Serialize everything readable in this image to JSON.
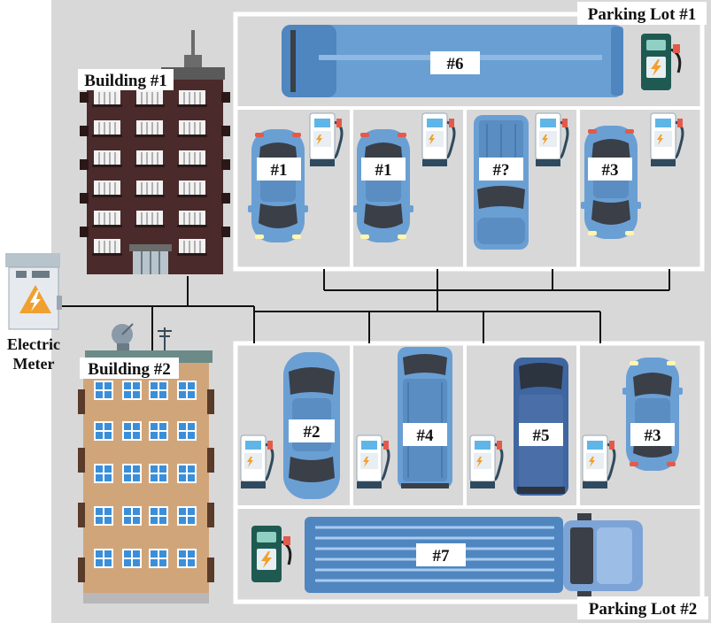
{
  "labels": {
    "building_1": "Building #1",
    "building_2": "Building #2",
    "parking_lot_1": "Parking Lot #1",
    "parking_lot_2": "Parking Lot #2",
    "meter_line1": "Electric",
    "meter_line2": "Meter"
  },
  "lot1": {
    "bus": "#6",
    "slots": [
      "#1",
      "#1",
      "#?",
      "#3"
    ]
  },
  "lot2": {
    "slots": [
      "#2",
      "#4",
      "#5",
      "#3"
    ],
    "truck": "#7"
  },
  "colors": {
    "ground": "#d8d8d8",
    "lot_line": "#ffffff",
    "vehicle_blue": "#6a9fd4",
    "vehicle_dark": "#3a3f48",
    "building_1": "#4a2a2a",
    "building_2": "#d1a57a",
    "charger_green": "#1f5a52",
    "bolt": "#f0a030",
    "wire": "#111111"
  }
}
